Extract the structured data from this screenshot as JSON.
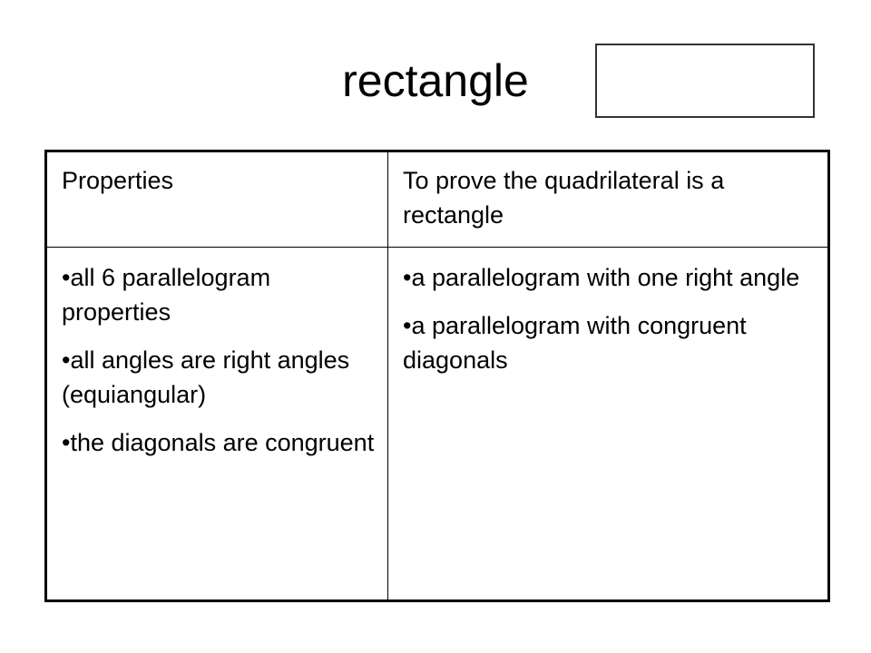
{
  "title": "rectangle",
  "table": {
    "headers": [
      "Properties",
      "To prove the quadrilateral is a rectangle"
    ],
    "properties": [
      "all 6 parallelogram properties",
      "all angles are right angles (equiangular)",
      "the diagonals are congruent"
    ],
    "proofs": [
      "a parallelogram with one right angle",
      "a parallelogram with congruent diagonals"
    ]
  }
}
